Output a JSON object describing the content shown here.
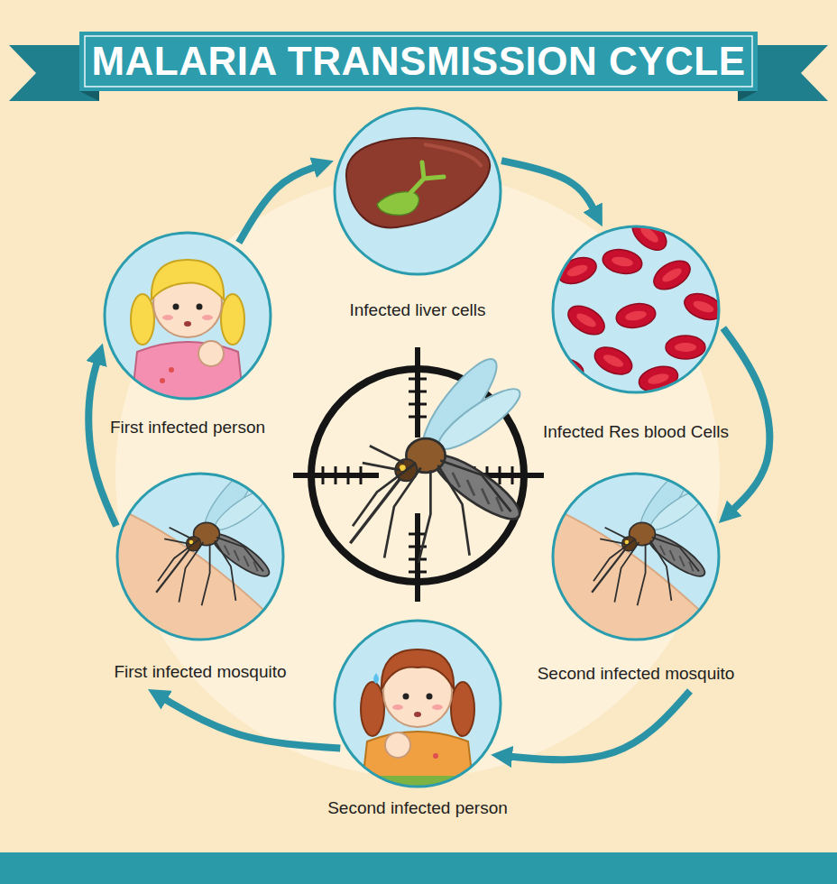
{
  "diagram": {
    "title": "MALARIA TRANSMISSION CYCLE",
    "nodes": [
      {
        "text": [
          "Infected liver cells"
        ]
      },
      {
        "text": [
          "Infected Res blood Cells"
        ]
      },
      {
        "text": [
          "Second infected mosquito"
        ]
      },
      {
        "text": [
          "Second infected person"
        ]
      },
      {
        "text": [
          "First infected mosquito"
        ]
      },
      {
        "text": [
          "First infected person"
        ]
      }
    ],
    "edges": [
      {
        "from": 5,
        "to": 0,
        "arrow": "to"
      },
      {
        "from": 0,
        "to": 1,
        "arrow": "to"
      },
      {
        "from": 1,
        "to": 2,
        "arrow": "to"
      },
      {
        "from": 2,
        "to": 3,
        "arrow": "to"
      },
      {
        "from": 3,
        "to": 4,
        "arrow": "to"
      },
      {
        "from": 4,
        "to": 5,
        "arrow": "to"
      }
    ]
  }
}
